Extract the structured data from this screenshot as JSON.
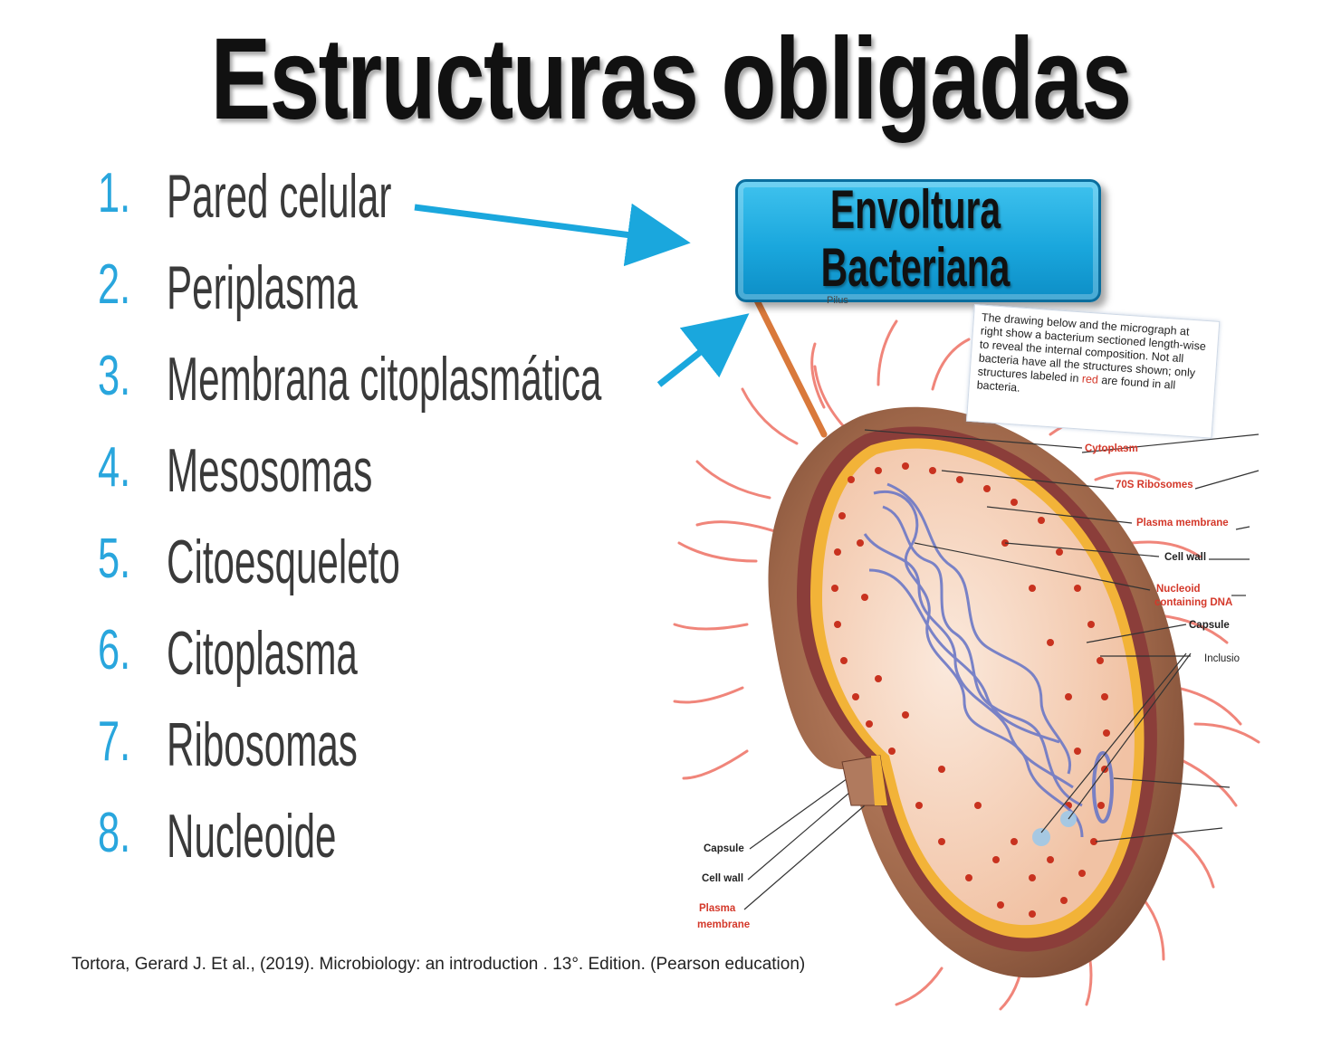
{
  "title": "Estructuras obligadas",
  "list": [
    {
      "num": "1.",
      "text": "Pared celular"
    },
    {
      "num": "2.",
      "text": "Periplasma"
    },
    {
      "num": "3.",
      "text": "Membrana citoplasmática"
    },
    {
      "num": "4.",
      "text": "Mesosomas"
    },
    {
      "num": "5.",
      "text": "Citoesqueleto"
    },
    {
      "num": "6.",
      "text": "Citoplasma"
    },
    {
      "num": "7.",
      "text": "Ribosomas"
    },
    {
      "num": "8.",
      "text": "Nucleoide"
    }
  ],
  "callout": {
    "line1": "Envoltura",
    "line2": "Bacteriana"
  },
  "diagram": {
    "pili_label": "Pilus",
    "info_text_1": "The drawing below and the micrograph at right show a bacterium sectioned length-wise to reveal the internal composition. Not all bacteria have all the structures shown; only structures labeled in ",
    "info_red_word": "red",
    "info_text_2": " are found in all bacteria.",
    "labels": {
      "cytoplasm": "Cytoplasm",
      "ribosomes": "70S Ribosomes",
      "plasma_membrane_right": "Plasma membrane",
      "cell_wall_right": "Cell wall",
      "nucleoid_1": "Nucleoid",
      "nucleoid_2": "containing DNA",
      "capsule_right": "Capsule",
      "inclusions": "Inclusio",
      "capsule_left": "Capsule",
      "cell_wall_left": "Cell wall",
      "plasma_left_1": "Plasma",
      "plasma_left_2": "membrane"
    }
  },
  "citation": "Tortora, Gerard J.  Et al., (2019). Microbiology: an introduction . 13°. Edition. (Pearson education)",
  "colors": {
    "accent_blue": "#29a6dd",
    "callout_blue": "#1aa7dd",
    "label_red": "#d4382a"
  }
}
